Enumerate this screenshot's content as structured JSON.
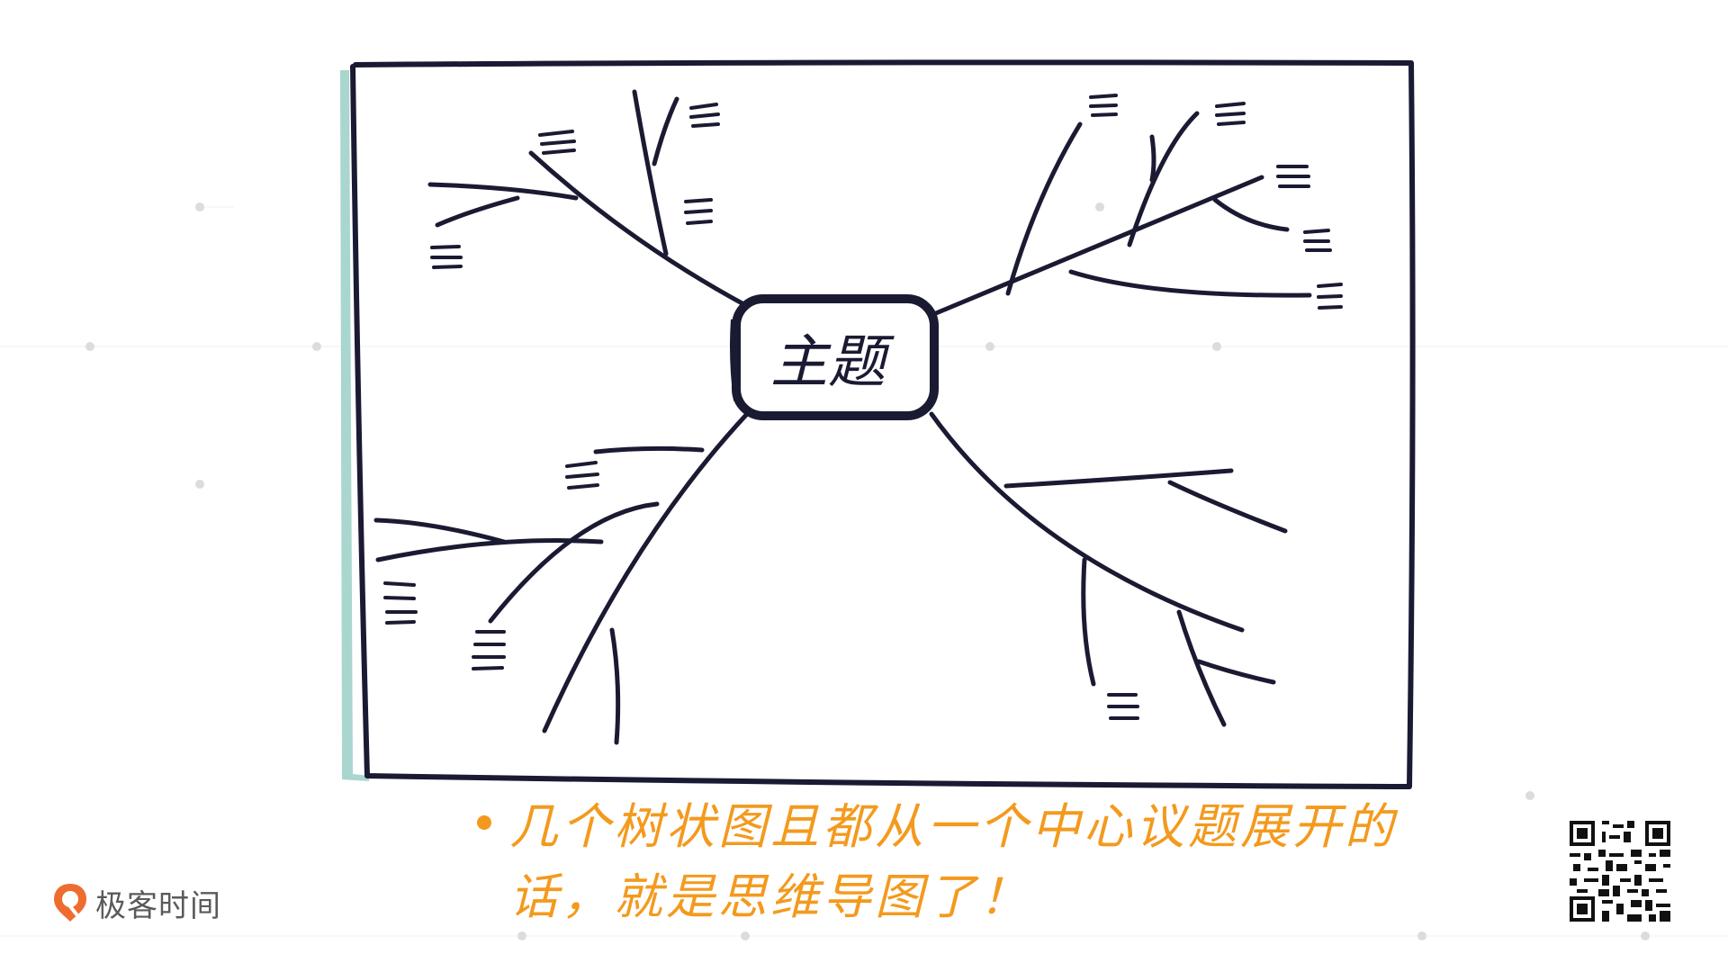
{
  "diagram": {
    "center_topic": "主题"
  },
  "caption": {
    "line1": "几个树状图且都从一个中心议题展开的",
    "line2": "话，就是思维导图了！"
  },
  "logo": {
    "text": "极客时间",
    "icon": "geektime-logo-icon"
  },
  "qr": {
    "icon": "qr-code-icon"
  },
  "colors": {
    "ink": "#1b1a33",
    "accent": "#f39a1e",
    "frame_shadow": "#a9d6cf",
    "logo_orange": "#ef6c2f",
    "watermark": "#e7e7e7"
  }
}
